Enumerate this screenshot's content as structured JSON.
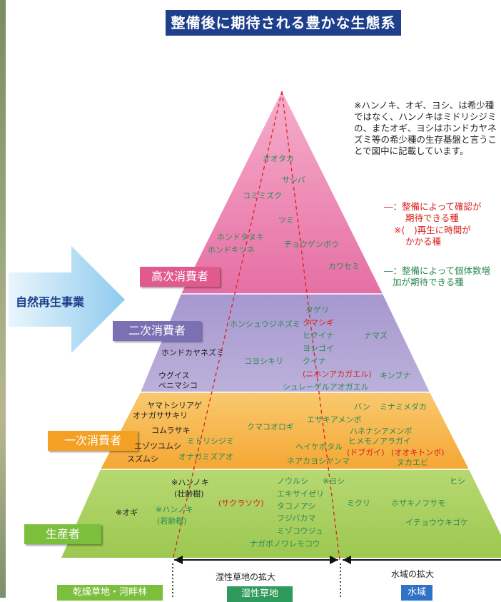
{
  "title": "整備後に期待される豊かな生態系",
  "arrow_label": "自然再生事業",
  "note": "※ハンノキ、オギ、ヨシ、は希少種ではなく、ハンノキはミドリシジミの、またオギ、ヨシはホンドカヤネズミ等の希少種の生存基盤と言うことで図中に記載しています。",
  "legend": {
    "red_line1": "―：整備によって確認が",
    "red_line2": "期待できる種",
    "red_line3": "※(　)再生に時間が",
    "red_line4": "かかる種",
    "green_line1": "―：整備によって個体数増",
    "green_line2": "加が期待できる種"
  },
  "levels": {
    "top": "高次消費者",
    "second": "二次消費者",
    "primary": "一次消費者",
    "producer": "生産者"
  },
  "colors": {
    "title_bg": "#1e3f8c",
    "pink": "#e56fa4",
    "purple": "#8b7bbd",
    "orange": "#f4a734",
    "green": "#98c84b",
    "level_top_bg": "#e15a8e",
    "level_second_bg": "#7c70b4",
    "level_primary_bg": "#f3a024",
    "level_producer_bg": "#7cbf3d",
    "red": "#d8201e",
    "green_text": "#2b8a53"
  },
  "species": {
    "otaka": "オオタカ",
    "sashiba": "サシバ",
    "komimizuku": "コミミズク",
    "tsumi": "ツミ",
    "hondotanuki": "ホンドタヌキ",
    "hondokitsune": "ホンドキツネ",
    "choshigenbo": "チョウゲンボウ",
    "kawasemi": "カワセミ",
    "tageri": "タゲリ",
    "tamashigi": "タマシギ",
    "honshu_jinezumi": "ホンシュウジネズミ",
    "hikuina": "ヒクイナ",
    "namazu": "ナマズ",
    "hondokayanezumi": "ホンドカヤネズミ",
    "yoshigoi": "ヨシゴイ",
    "kuina": "クイナ",
    "koyoshikiri": "コヨシキリ",
    "nihon_akagaeru": "(ニホンアカガエル)",
    "kinbuna": "キンブナ",
    "uguisu": "ウグイス",
    "benimashiko": "ベニマシコ",
    "schlegel": "シュレーゲルアオガエル",
    "yamato_shijimi": "ヤマトシリアゲ",
    "onaga_sasakiri": "オナガササキリ",
    "ban": "バン",
    "minamimedaka": "ミナミメダカ",
    "kumakoorogi": "クマコオロギ",
    "ezakiamenbo": "エサキアメンボ",
    "komurasaki": "コムラサキ",
    "hanenashi": "ハネナシアメンボ",
    "midorishijimi": "ミドリシジミ",
    "hime_monoaragai": "ヒメモノアラガイ",
    "ezo_tsumushi": "エゾツユムシ",
    "heike_botaru": "ヘイケボタル",
    "dobugai": "(ドブガイ)",
    "ookitonbo": "(オオキトンボ)",
    "suzumushi": "スズムシ",
    "onagamizuao": "オナガミズアオ",
    "nea_kayanma": "ネアカヨシヤンマ",
    "nukaebi": "ヌカエビ",
    "hannoki_old1": "※ハンノキ",
    "hannoki_old2": "(壮齢樹)",
    "hannoki_young1": "※ハンノキ",
    "hannoki_young2": "(若齢樹)",
    "ogi": "※オギ",
    "sakurasou": "(サクラソウ)",
    "noushi": "ノウルシ",
    "yoshi": "※ヨシ",
    "ekisaizeri": "エキサイゼリ",
    "takonoashi": "タコノアシ",
    "fujibakama": "フジバカマ",
    "mizokouju": "ミゾコウジュ",
    "nagabo_waremoko": "ナガボノワレモコウ",
    "mikuri": "ミクリ",
    "hishi": "ヒシ",
    "hozaki": "ホザキノフサモ",
    "ichou_ukigoke": "イチョウウキゴケ"
  },
  "bottom": {
    "wet_expand": "湿性草地の拡大",
    "water_expand": "水域の拡大",
    "habitat_dry": "乾燥草地・河畔林",
    "habitat_wet": "湿性草地",
    "habitat_water": "水域"
  }
}
